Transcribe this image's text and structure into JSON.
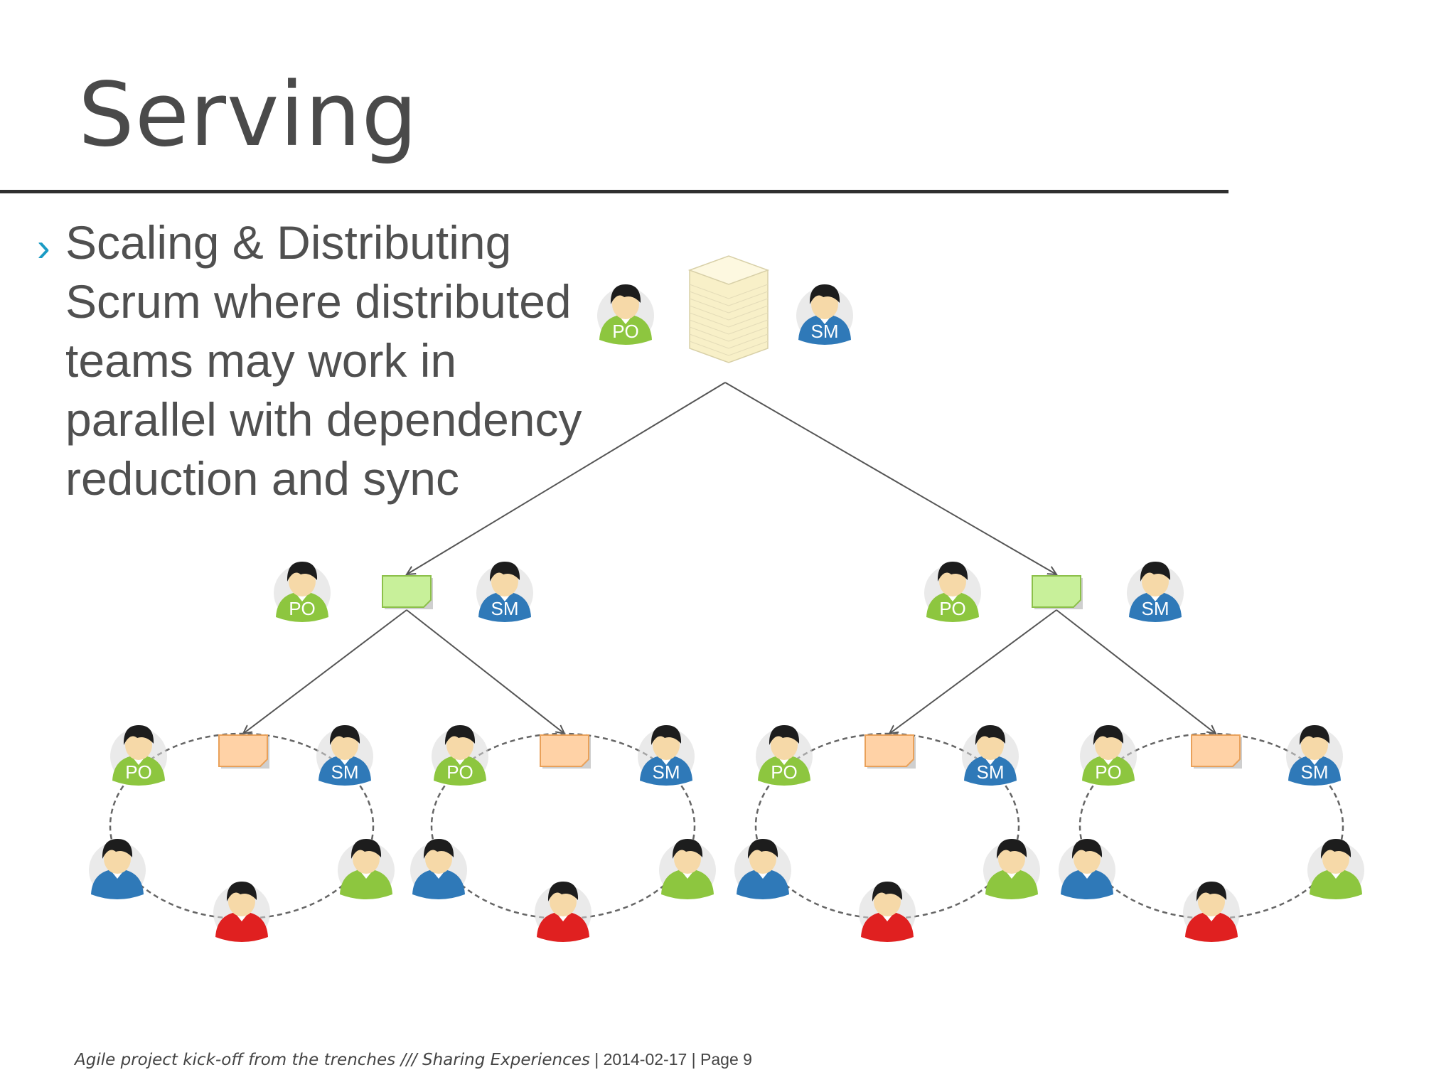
{
  "slide": {
    "title": "Serving",
    "bullet": "Scaling & Distributing Scrum where distributed teams may work in parallel with dependency reduction and sync"
  },
  "roles": {
    "po": "PO",
    "sm": "SM"
  },
  "footer": {
    "course": "Agile project kick-off from the trenches /// Sharing Experiences",
    "separator1": " | ",
    "date": "2014-02-17",
    "separator2": "  |  ",
    "page": "Page 9"
  },
  "colors": {
    "title": "#4a4a4a",
    "bullet_marker": "#1a9bc4",
    "po_green": "#8dc63f",
    "sm_blue": "#2f79b8",
    "member_red": "#e02020",
    "backlog_green": "#c8f09a",
    "backlog_orange": "#ffd2a6"
  }
}
